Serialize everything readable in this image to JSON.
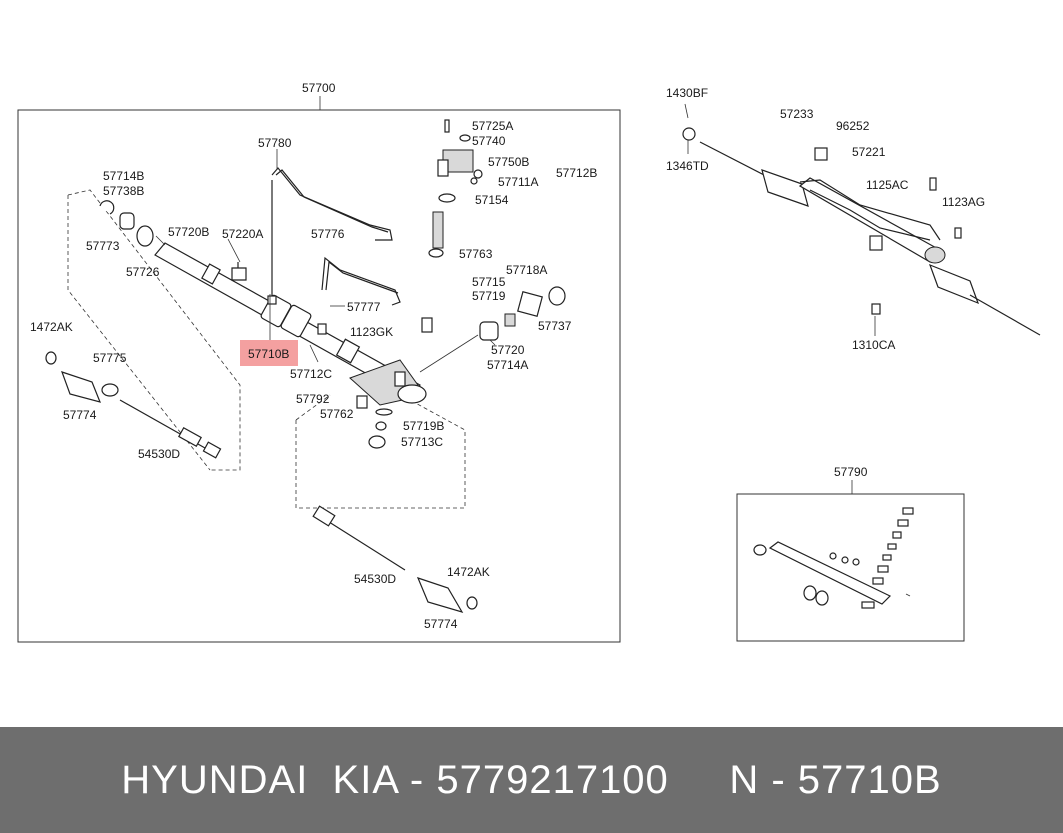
{
  "diagram": {
    "main_assembly": "57700",
    "boot_kit": "57790",
    "highlight_part": "57710B",
    "labels": {
      "p57780": "57780",
      "p57725A": "57725A",
      "p57740": "57740",
      "p57750B": "57750B",
      "p57712B": "57712B",
      "p57711A": "57711A",
      "p57154": "57154",
      "p57763": "57763",
      "p57714B": "57714B",
      "p57738B": "57738B",
      "p57773": "57773",
      "p57726": "57726",
      "p57720B": "57720B",
      "p57220A": "57220A",
      "p57776": "57776",
      "p57777": "57777",
      "p57715": "57715",
      "p57719": "57719",
      "p57718A": "57718A",
      "p57737": "57737",
      "p1123GK": "1123GK",
      "p57720": "57720",
      "p57714A": "57714A",
      "p1472AK_l": "1472AK",
      "p57775": "57775",
      "p57774_l": "57774",
      "p57712C": "57712C",
      "p57792": "57792",
      "p57762": "57762",
      "p57719B": "57719B",
      "p57713C": "57713C",
      "p54530D_l": "54530D",
      "p54530D_r": "54530D",
      "p1472AK_r": "1472AK",
      "p57774_r": "57774",
      "p1430BF": "1430BF",
      "p1346TD": "1346TD",
      "p57233": "57233",
      "p96252": "96252",
      "p57221": "57221",
      "p1125AC": "1125AC",
      "p1123AG": "1123AG",
      "p1310CA": "1310CA"
    }
  },
  "footer": {
    "text": "HYUNDAI  KIA - 5779217100     N - 57710B"
  }
}
